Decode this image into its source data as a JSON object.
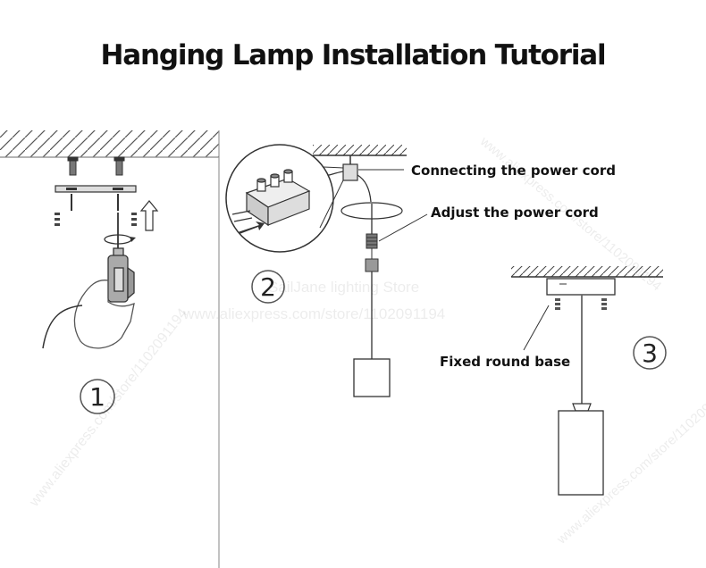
{
  "title": "Hanging Lamp Installation Tutorial",
  "labels": {
    "connecting_power_cord": "Connecting the power cord",
    "adjust_power_cord": "Adjust the power cord",
    "fixed_round_base": "Fixed round base"
  },
  "steps": [
    "1",
    "2",
    "3"
  ],
  "watermark": {
    "store": "SailJane lighting Store",
    "url": "www.aliexpress.com/store/1102091194"
  }
}
